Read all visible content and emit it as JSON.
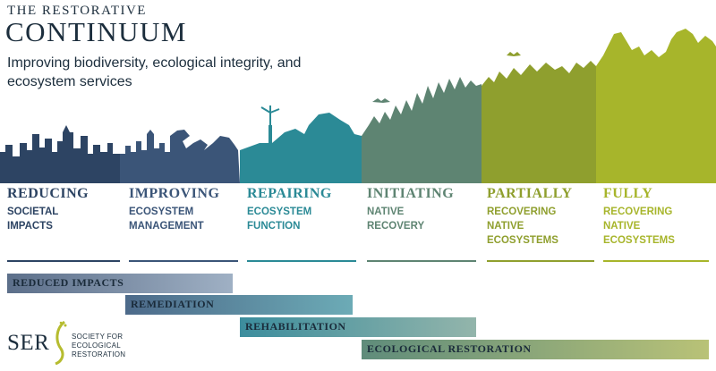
{
  "header": {
    "pretitle": "THE RESTORATIVE",
    "title": "CONTINUUM",
    "subtitle": "Improving biodiversity, ecological integrity, and ecosystem services"
  },
  "stages": [
    {
      "title": "REDUCING",
      "desc": "SOCIETAL\nIMPACTS",
      "color": "#2d4463"
    },
    {
      "title": "IMPROVING",
      "desc": "ECOSYSTEM\nMANAGEMENT",
      "color": "#3b5578"
    },
    {
      "title": "REPAIRING",
      "desc": "ECOSYSTEM\nFUNCTION",
      "color": "#2b8a96"
    },
    {
      "title": "INITIATING",
      "desc": "NATIVE\nRECOVERY",
      "color": "#5e8472"
    },
    {
      "title": "PARTIALLY",
      "desc": "RECOVERING\nNATIVE\nECOSYSTEMS",
      "color": "#8f9f2e"
    },
    {
      "title": "FULLY",
      "desc": "RECOVERING\nNATIVE\nECOSYSTEMS",
      "color": "#a7b52b"
    }
  ],
  "bars": [
    {
      "label": "REDUCED IMPACTS",
      "from": "#5c6f8a",
      "to": "#9fb0c4"
    },
    {
      "label": "REMEDIATION",
      "from": "#4d6a8a",
      "to": "#6cabb6"
    },
    {
      "label": "REHABILITATION",
      "from": "#3c8d9d",
      "to": "#93b5ab"
    },
    {
      "label": "ECOLOGICAL RESTORATION",
      "from": "#5f8c7b",
      "to": "#b9c277"
    }
  ],
  "logo": {
    "acronym": "SER",
    "line1": "SOCIETY FOR",
    "line2": "ECOLOGICAL",
    "line3": "RESTORATION"
  }
}
